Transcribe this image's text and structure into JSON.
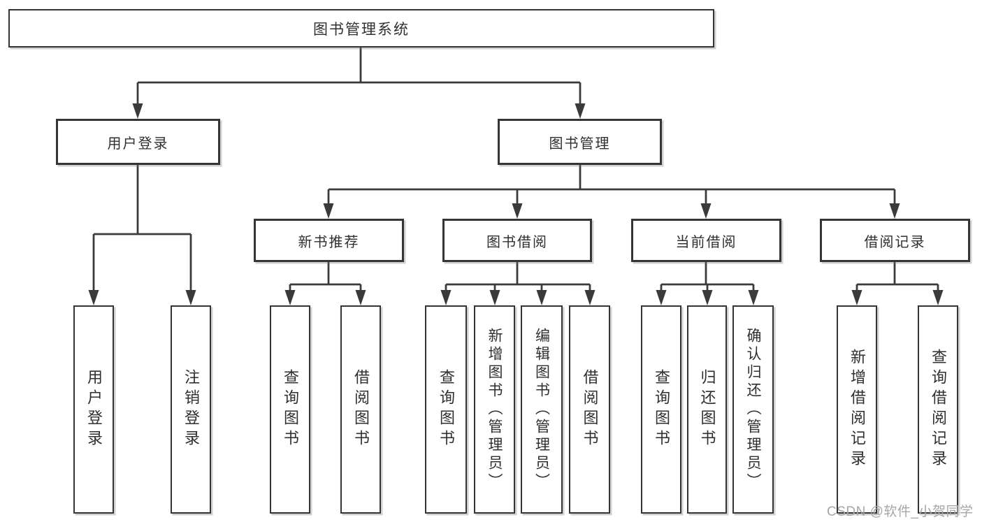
{
  "diagram": {
    "root": {
      "label": "图书管理系统"
    },
    "level2": {
      "user_login": {
        "label": "用户登录",
        "children": [
          "用户登录",
          "注销登录"
        ]
      },
      "book_mgmt": {
        "label": "图书管理"
      }
    },
    "level3": {
      "new_books": {
        "label": "新书推荐",
        "children": [
          "查询图书",
          "借阅图书"
        ]
      },
      "book_borrow": {
        "label": "图书借阅",
        "children": [
          "查询图书",
          "新增图书（管理员）",
          "编辑图书（管理员）",
          "借阅图书"
        ]
      },
      "current_borrow": {
        "label": "当前借阅",
        "children": [
          "查询图书",
          "归还图书",
          "确认归还（管理员）"
        ]
      },
      "borrow_records": {
        "label": "借阅记录",
        "children": [
          "新增借阅记录",
          "查询借阅记录"
        ]
      }
    }
  },
  "watermark": {
    "text": "CSDN @软件_小贺同学"
  },
  "colors": {
    "line": "#3a3a3a",
    "text": "#2f2f2f",
    "background": "#ffffff",
    "watermark": "#a6a6a6"
  }
}
